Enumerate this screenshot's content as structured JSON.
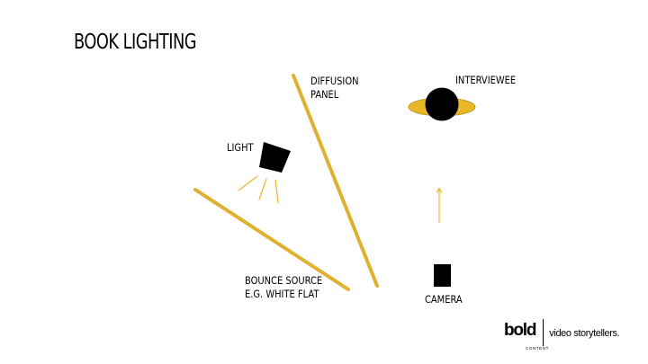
{
  "title": "BOOK LIGHTING",
  "labels": {
    "diffusion_line1": "DIFFUSION",
    "diffusion_line2": "PANEL",
    "interviewee": "INTERVIEWEE",
    "light": "LIGHT",
    "bounce_line1": "BOUNCE SOURCE",
    "bounce_line2": "E.G. WHITE FLAT",
    "camera": "CAMERA"
  },
  "logo": {
    "word": "bold",
    "sub": "CONTENT",
    "tagline": "video storytellers."
  },
  "colors": {
    "accent": "#e8b828",
    "panel": "#e0b030",
    "ink": "#000000",
    "background": "#ffffff"
  }
}
